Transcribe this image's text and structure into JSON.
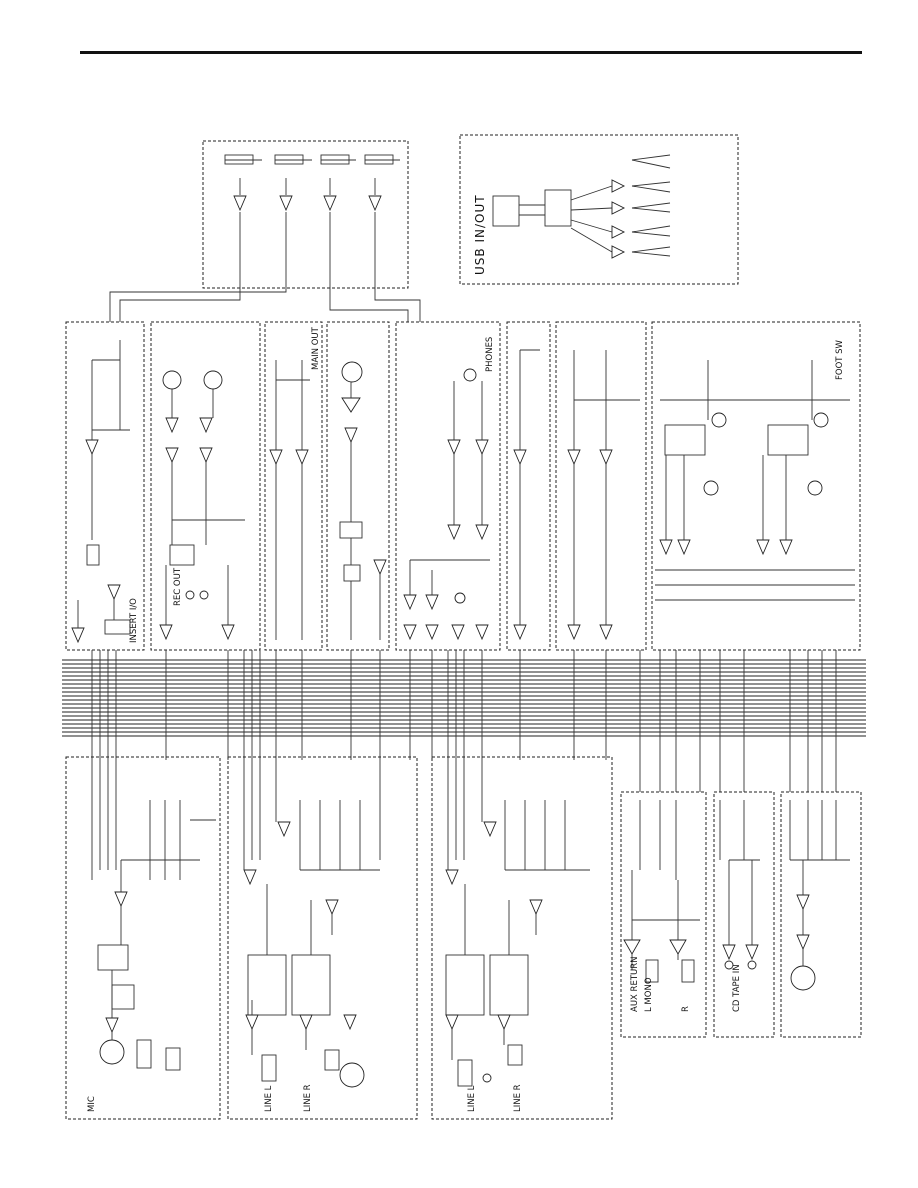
{
  "page": {
    "background": "#ffffff",
    "ink": "#222222"
  },
  "usb": {
    "title": "USB IN/OUT"
  },
  "labels": {
    "insert_io": "INSERT I/O",
    "rec_out": "REC OUT",
    "foot_sw": "FOOT SW",
    "line_l_a": "LINE L",
    "line_r_a": "LINE R",
    "mic_a": "MIC",
    "line_l_b": "LINE L",
    "line_r_b": "LINE R",
    "aux_return": "AUX RETURN",
    "l_mono": "L MONO",
    "r": "R",
    "cd_tape_in": "CD TAPE IN",
    "phones": "PHONES",
    "main_out": "MAIN OUT"
  },
  "blocks": [
    "usb-meter-section",
    "usb-in-out-section",
    "mono-out-section",
    "main-out-section",
    "main-out-jack-section",
    "mono-out-jack-section",
    "phones-section",
    "aux-out-section",
    "fx-send-section",
    "effects-section",
    "mic-channel-section",
    "stereo-channel-a-section",
    "stereo-channel-b-section",
    "aux-return-section",
    "cd-tape-in-section",
    "talkback-section"
  ]
}
